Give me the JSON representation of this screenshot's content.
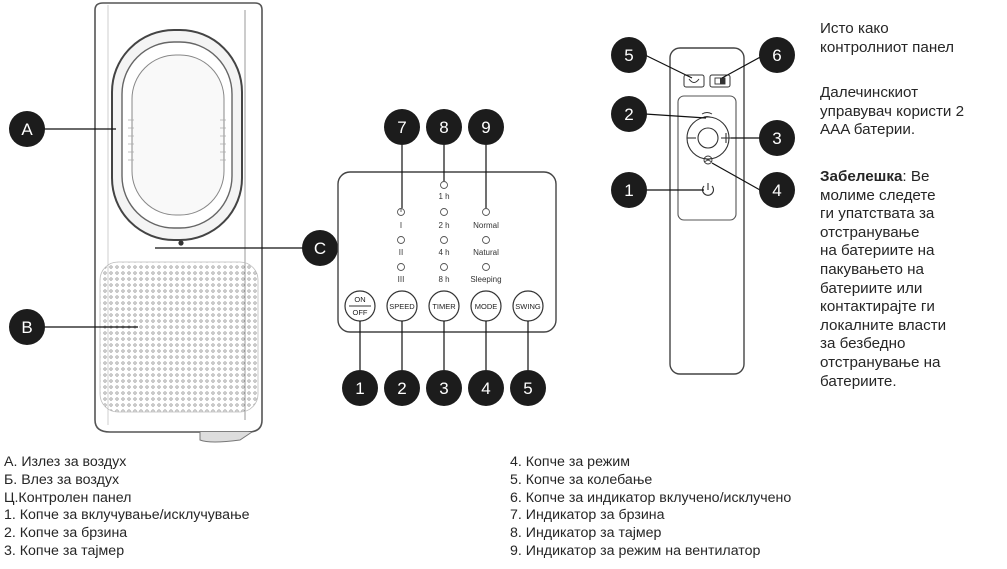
{
  "callouts": {
    "A": "A",
    "B": "B",
    "C": "C",
    "n1": "1",
    "n2": "2",
    "n3": "3",
    "n4": "4",
    "n5": "5",
    "n6": "6",
    "n7": "7",
    "n8": "8",
    "n9": "9"
  },
  "panel": {
    "speed_levels": [
      "I",
      "II",
      "III"
    ],
    "timer_levels": [
      "1 h",
      "2 h",
      "4 h",
      "8 h"
    ],
    "mode_levels": [
      "Normal",
      "Natural",
      "Sleeping"
    ],
    "btn_on": "ON",
    "btn_off": "OFF",
    "btn_speed": "SPEED",
    "btn_timer": "TIMER",
    "btn_mode": "MODE",
    "btn_swing": "SWING"
  },
  "remote_note": {
    "line1": "Исто како",
    "line2": "контролниот панел",
    "batt1": "Далечинскиот",
    "batt2": "управувач користи 2",
    "batt3": "AAA батерии.",
    "note_label": "Забелешка",
    "note_rest": ": Ве",
    "note_lines": [
      "молиме следете",
      "ги упатствата за",
      "отстранување",
      "на батериите на",
      "пакувањето на",
      "батериите или",
      "контактирајте ги",
      "локалните власти",
      "за безбедно",
      "отстранување на",
      "батериите."
    ]
  },
  "legend_left": [
    "А. Излез за воздух",
    "Б. Влез за воздух",
    "Ц.Контролен панел",
    "1. Копче за вклучување/исклучување",
    "2. Копче за брзина",
    "3. Копче за тајмер"
  ],
  "legend_right": [
    "4. Копче за режим",
    "5. Копче за колебање",
    "6. Копче за индикатор вклучено/исклучено",
    "7. Индикатор за брзина",
    "8. Индикатор за тајмер",
    "9. Индикатор за режим на вентилатор"
  ]
}
